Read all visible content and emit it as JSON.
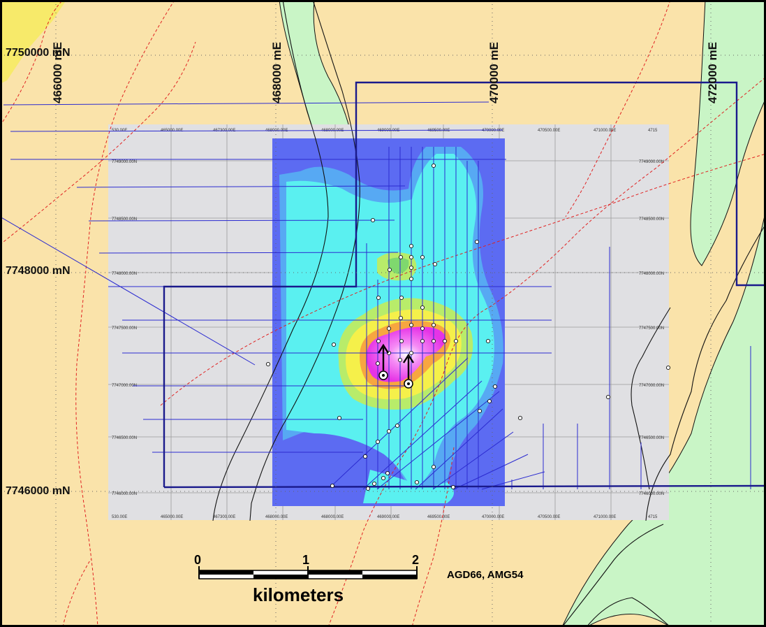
{
  "map": {
    "easting_labels": [
      "466000 mE",
      "468000 mE",
      "470000 mE",
      "472000 mE"
    ],
    "northing_labels": [
      "7750000 mN",
      "7748000 mN",
      "7746000 mN"
    ],
    "scale_bar": {
      "ticks": [
        "0",
        "1",
        "2"
      ],
      "unit": "kilometers"
    },
    "datum_label": "AGD66, AMG54",
    "colors": {
      "background": "#fae3aa",
      "outcrop": "#c9f5c6",
      "magenta_anomaly": "#ee33ee",
      "tenement_boundary": "#1a1a8c",
      "survey_lines": "#2222cc",
      "fault_lines": "#e02222"
    }
  }
}
